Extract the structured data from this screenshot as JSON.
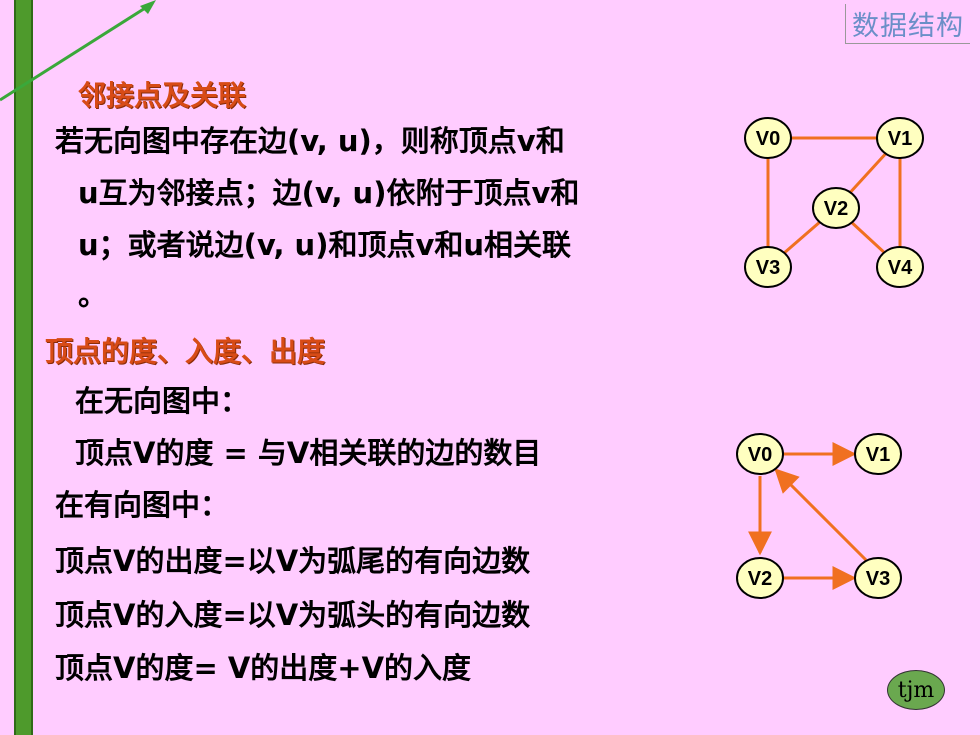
{
  "header": {
    "title": "数据结构"
  },
  "section1": {
    "heading": "邻接点及关联",
    "lines": [
      "若无向图中存在边(v, u)，则称顶点v和",
      "u互为邻接点；边(v, u)依附于顶点v和",
      "u；或者说边(v, u)和顶点v和u相关联",
      "。"
    ]
  },
  "section2": {
    "heading": "顶点的度、入度、出度",
    "lines": [
      "在无向图中：",
      "顶点V的度 = 与V相关联的边的数目",
      "在有向图中：",
      "顶点V的出度=以V为弧尾的有向边数",
      "顶点V的入度=以V为弧头的有向边数",
      "顶点V的度= V的出度+V的入度"
    ]
  },
  "graph1": {
    "nodes": [
      "V0",
      "V1",
      "V2",
      "V3",
      "V4"
    ]
  },
  "graph2": {
    "nodes": [
      "V0",
      "V1",
      "V2",
      "V3"
    ]
  },
  "badge": {
    "text": "tjm"
  },
  "colors": {
    "edge": "#f07020",
    "node_fill": "#ffffc0",
    "heading": "#d84b16",
    "bar": "#4e9a2c"
  }
}
